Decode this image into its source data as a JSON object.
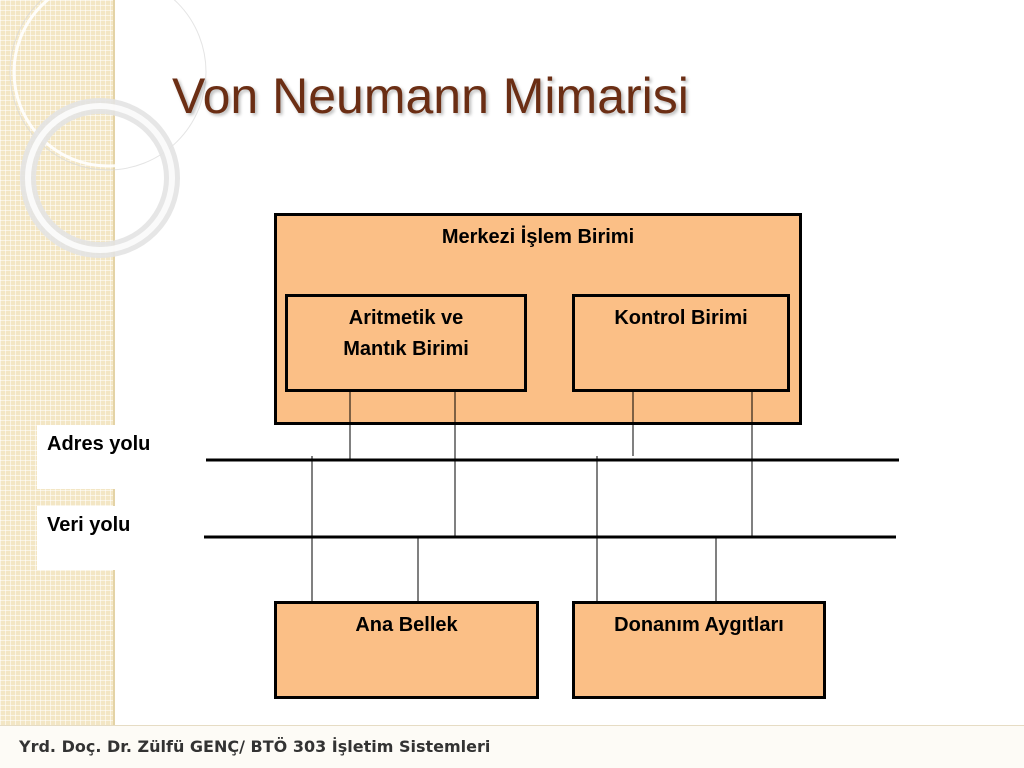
{
  "slide": {
    "title": "Von Neumann Mimarisi",
    "footer": "Yrd. Doç. Dr. Zülfü GENÇ/ BTÖ 303 İşletim Sistemleri"
  },
  "diagram": {
    "cpu_label": "Merkezi İşlem Birimi",
    "alu_label": "Aritmetik ve Mantık Birimi",
    "control_label": "Kontrol Birimi",
    "address_bus_label": "Adres yolu",
    "data_bus_label": "Veri yolu",
    "memory_label": "Ana Bellek",
    "io_label": "Donanım Aygıtları"
  },
  "colors": {
    "title": "#6b2e14",
    "box_fill": "#fbbf86",
    "side_strip": "#f3e6c4",
    "box_border": "#000000"
  }
}
